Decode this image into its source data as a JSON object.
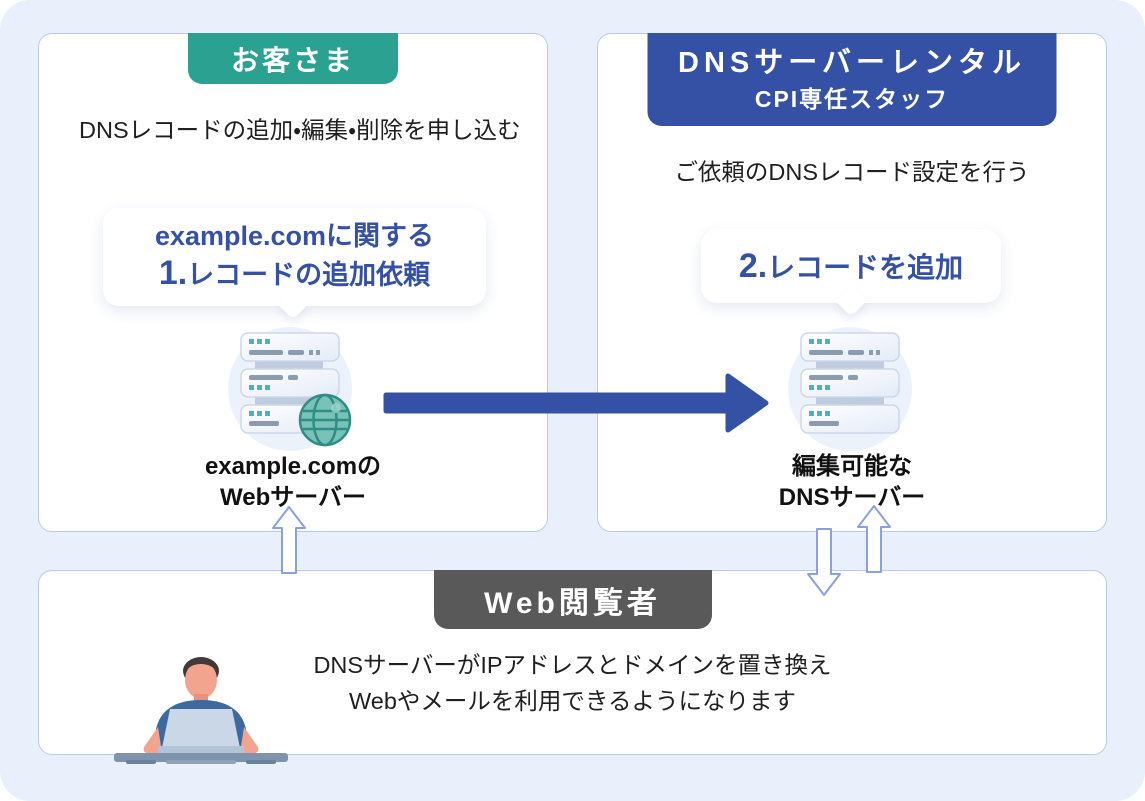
{
  "colors": {
    "background": "#e9effb",
    "card_border": "#b9c9ef",
    "teal": "#2aa191",
    "blue": "#3551a5",
    "dark_gray": "#595959",
    "arrow_outline": "#8aa1e1",
    "text": "#1f1f1f"
  },
  "customer_card": {
    "badge": "お客さま",
    "description": "DNSレコードの追加・編集・削除を申し込む",
    "bubble": {
      "number": "1.",
      "line1": "example.comに関する",
      "line2": "レコードの追加依頼"
    },
    "server_label": {
      "line1": "example.comの",
      "line2": "Webサーバー"
    }
  },
  "staff_card": {
    "badge_line1": "DNSサーバーレンタル",
    "badge_line2": "CPI専任スタッフ",
    "description": "ご依頼のDNSレコード設定を行う",
    "bubble": {
      "number": "2.",
      "text": "レコードを追加"
    },
    "server_label": {
      "line1": "編集可能な",
      "line2": "DNSサーバー"
    }
  },
  "viewer_card": {
    "badge": "Web閲覧者",
    "description_line1": "DNSサーバーがIPアドレスとドメインを置き換え",
    "description_line2": "Webやメールを利用できるようになります"
  }
}
